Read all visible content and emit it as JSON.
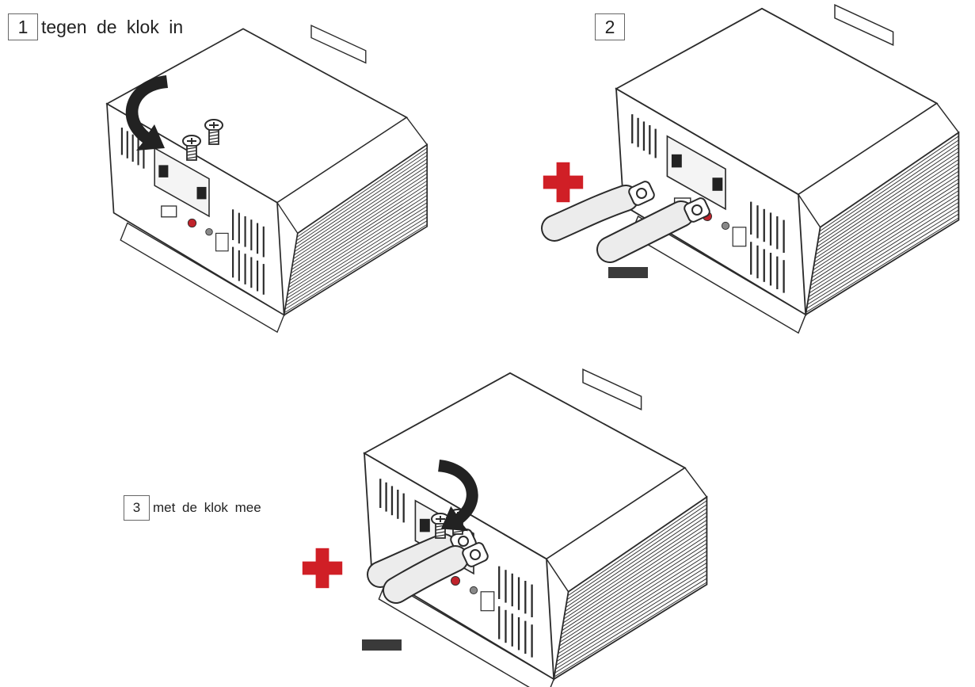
{
  "steps": [
    {
      "number": "1",
      "caption": "tegen de klok in",
      "rotation": "counterclockwise"
    },
    {
      "number": "2",
      "caption": ""
    },
    {
      "number": "3",
      "caption": "met de klok mee",
      "rotation": "clockwise"
    }
  ],
  "icons": {
    "plus": "plus-icon",
    "minus": "minus-icon",
    "arrow": "curved-arrow-icon",
    "screw": "screw-icon"
  },
  "colors": {
    "plus": "#d01f26",
    "minus": "#3a3a3a",
    "line": "#2b2b2b",
    "device_fill": "#ffffff",
    "cable_fill": "#ececec",
    "arrow_fill": "#222222"
  }
}
